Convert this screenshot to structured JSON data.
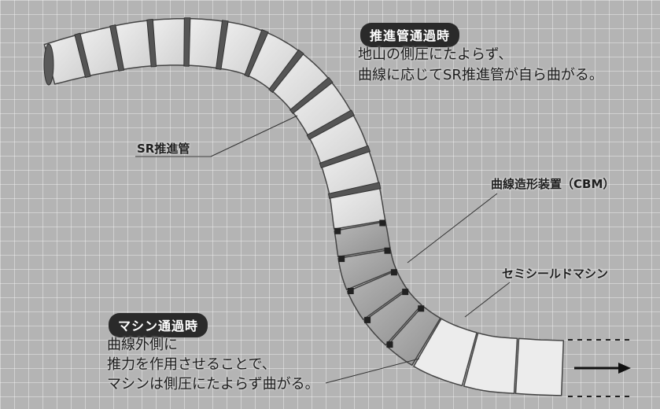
{
  "top_note": {
    "title": "推進管通過時",
    "lines": [
      "地山の側圧にたよらず、",
      "曲線に応じてSR推進管が自ら曲がる。"
    ]
  },
  "bottom_note": {
    "title": "マシン通過時",
    "lines": [
      "曲線外側に",
      "推力を作用させることで、",
      "マシンは側圧にたよらず曲がる。"
    ]
  },
  "labels": {
    "sr_pipe": "SR推進管",
    "cbm": "曲線造形装置（CBM）",
    "machine": "セミシールドマシン"
  },
  "colors": {
    "background": "#b4b4b4",
    "pipe_fill": "#e2e2e2",
    "pipe_outline": "#444444",
    "joint_band": "#555555",
    "cbm_fill": "#a3a3a3",
    "machine_fill": "#ececec",
    "badge": "#2a2a2a"
  },
  "icons": [
    "direction-arrow-icon"
  ]
}
